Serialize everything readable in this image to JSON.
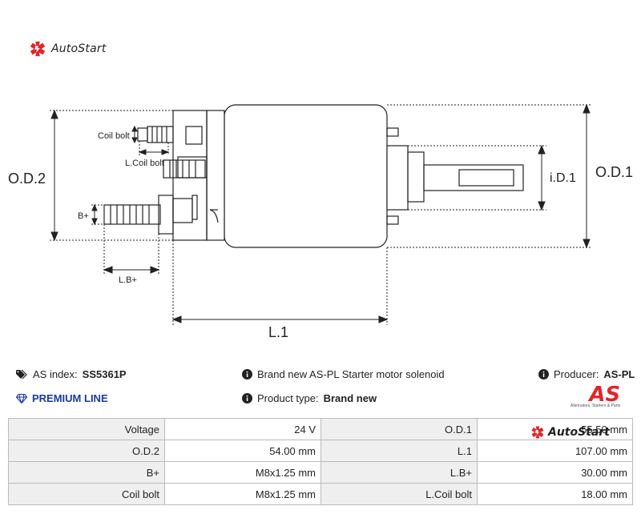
{
  "brand": {
    "name": "AutoStart"
  },
  "diagram": {
    "labels": {
      "od2": "O.D.2",
      "od1": "O.D.1",
      "id1": "i.D.1",
      "l1": "L.1",
      "lb": "L.B+",
      "bplus": "B+",
      "coil_bolt": "Coil bolt",
      "l_coil_bolt": "L.Coil bolt"
    }
  },
  "info": {
    "as_index_label": "AS index:",
    "as_index_value": "SS5361P",
    "premium": "PREMIUM LINE",
    "description": "Brand new AS-PL Starter motor solenoid",
    "product_type_label": "Product type:",
    "product_type_value": "Brand new",
    "producer_label": "Producer:",
    "producer_value": "AS-PL",
    "producer_logo_text": "AS",
    "producer_tagline": "Alternators, Starters & Parts"
  },
  "specs": [
    {
      "label": "Voltage",
      "value": "24 V",
      "label2": "O.D.1",
      "value2": "55.50 mm"
    },
    {
      "label": "O.D.2",
      "value": "54.00 mm",
      "label2": "L.1",
      "value2": "107.00 mm"
    },
    {
      "label": "B+",
      "value": "M8x1.25 mm",
      "label2": "L.B+",
      "value2": "30.00 mm"
    },
    {
      "label": "Coil bolt",
      "value": "M8x1.25 mm",
      "label2": "L.Coil bolt",
      "value2": "18.00 mm"
    }
  ],
  "colors": {
    "brand_red": "#e0262b",
    "premium_blue": "#1a3a9c"
  },
  "icons": {
    "tag": "tag-icon",
    "info": "info-icon",
    "diamond": "diamond-icon"
  }
}
